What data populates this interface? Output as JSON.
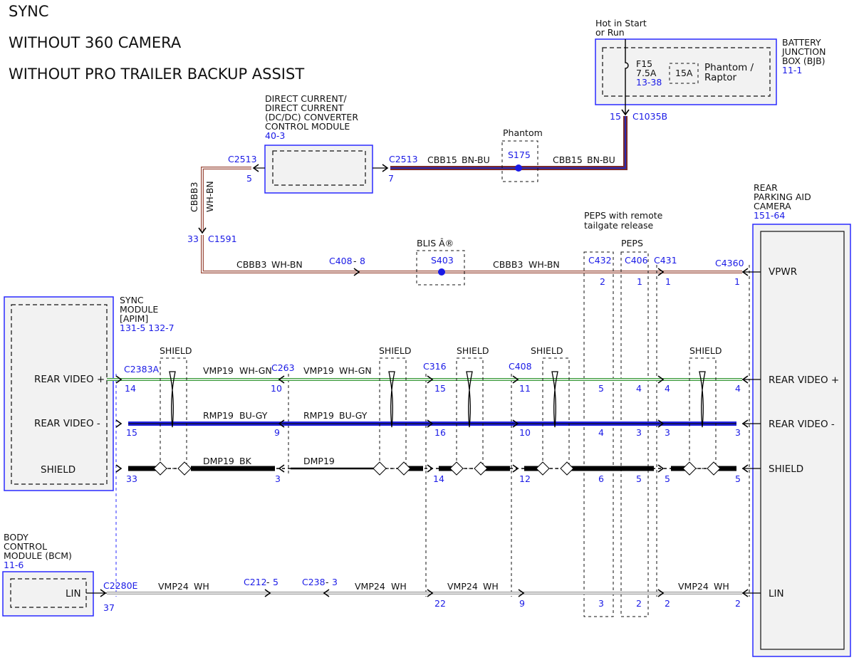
{
  "titles": [
    "SYNC",
    "WITHOUT 360 CAMERA",
    "WITHOUT PRO TRAILER BACKUP ASSIST"
  ],
  "colors": {
    "module_border": "#2a2aff",
    "link_text": "#1a1ae6",
    "wire_bnbu_outer": "#7a2a2a",
    "wire_bnbu_inner": "#2a2ab0",
    "wire_whbn": "#9a4a3a",
    "wire_whgn": "#3a9a3a",
    "wire_bugy": "#2020e0",
    "wire_bk": "#000000",
    "wire_wh": "#9a9a9a"
  },
  "bjb": {
    "hot_label": "Hot in Start or Run",
    "hot_line1": "Hot in Start",
    "hot_line2": "or Run",
    "name1": "BATTERY",
    "name2": "JUNCTION",
    "name3": "BOX (BJB)",
    "ref": "11-1",
    "fuse_name": "F15",
    "fuse_rating": "7.5A",
    "fuse_ref": "13-38",
    "alt_fuse": "15A",
    "alt_note1": "Phantom /",
    "alt_note2": "Raptor",
    "pin": "15",
    "connector": "C1035B"
  },
  "dcdc": {
    "name1": "DIRECT CURRENT/",
    "name2": "DIRECT CURRENT",
    "name3": "(DC/DC) CONVERTER",
    "name4": "CONTROL MODULE",
    "ref": "40-3",
    "left_connector": "C2513",
    "left_pin": "5",
    "right_connector": "C2513",
    "right_pin": "7"
  },
  "phantom_splice": {
    "label": "Phantom",
    "id": "S175"
  },
  "power_wires": {
    "circuit_a": "CBB15",
    "color_a": "BN-BU",
    "circuit_b": "CBB15",
    "color_b": "BN-BU",
    "vert_circuit": "CBBB3",
    "vert_color": "WH-BN",
    "c1591_pin": "33",
    "c1591": "C1591"
  },
  "blis": {
    "label": "BLIS Â®",
    "id": "S403"
  },
  "vpwr_row": {
    "wire_a": "CBBB3",
    "color_a": "WH-BN",
    "wire_b": "CBBB3",
    "color_b": "WH-BN",
    "c408_conn": "C408",
    "c408_pin": "8"
  },
  "peps_remote": {
    "line1": "PEPS with remote",
    "line2": "tailgate release"
  },
  "peps": {
    "label": "PEPS"
  },
  "inline_connectors": {
    "c432": "C432",
    "c406": "C406",
    "c431": "C431",
    "c4360": "C4360",
    "c432_vpwr": "2",
    "c406_vpwr": "1",
    "c431_vpwr": "1",
    "c4360_vpwr": "1"
  },
  "sync": {
    "name1": "SYNC",
    "name2": "MODULE",
    "name3": "[APIM]",
    "ref": "131-5 132-7",
    "pin_labels": [
      "REAR VIDEO +",
      "REAR VIDEO -",
      "SHIELD"
    ],
    "connector": "C2383A",
    "pins": [
      "14",
      "15",
      "33"
    ]
  },
  "video": {
    "shield_label": "SHIELD",
    "vmp19": "VMP19",
    "whgn": "WH-GN",
    "rmp19": "RMP19",
    "bugy": "BU-GY",
    "dmp19": "DMP19",
    "bk": "BK",
    "c263": "C263",
    "c263_pins": [
      "10",
      "9",
      "3"
    ],
    "c316": "C316",
    "c316_pins": [
      "15",
      "16",
      "14"
    ],
    "c408": "C408",
    "c408_pins": [
      "11",
      "10",
      "12"
    ],
    "c432_pins": [
      "5",
      "4",
      "6"
    ],
    "c406_pins": [
      "4",
      "3",
      "5"
    ],
    "c431_pins": [
      "4",
      "3",
      "5"
    ],
    "c4360_pins": [
      "4",
      "3",
      "5"
    ]
  },
  "camera": {
    "name1": "REAR",
    "name2": "PARKING AID",
    "name3": "CAMERA",
    "ref": "151-64",
    "pin_labels": [
      "VPWR",
      "REAR VIDEO +",
      "REAR VIDEO -",
      "SHIELD",
      "LIN"
    ]
  },
  "bcm": {
    "name1": "BODY",
    "name2": "CONTROL",
    "name3": "MODULE (BCM)",
    "ref": "11-6",
    "pin_label": "LIN",
    "connector": "C2280E",
    "pin": "37"
  },
  "lin_row": {
    "vmp24": "VMP24",
    "wh": "WH",
    "c212": "C212",
    "c212_pin": "5",
    "c238": "C238",
    "c238_pin": "3",
    "c316_pin": "22",
    "c408_pin": "9",
    "c432_pin": "3",
    "c406_pin": "2",
    "c431_pin": "2",
    "c4360_pin": "2"
  }
}
